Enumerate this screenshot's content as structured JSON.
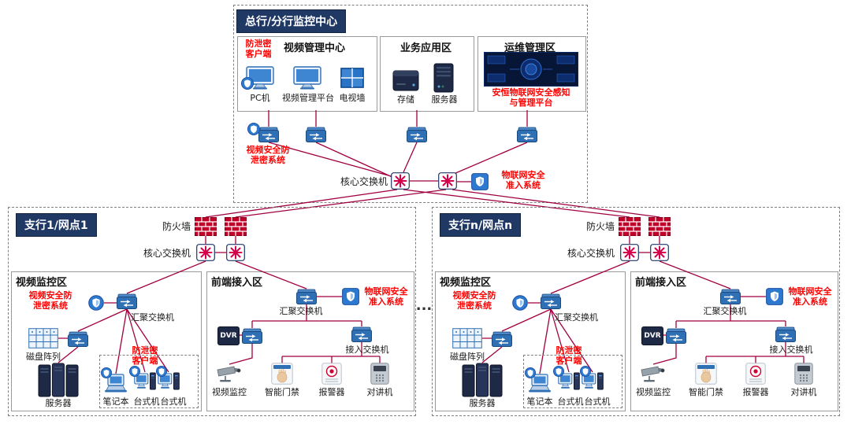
{
  "colors": {
    "accent_red": "#ff0000",
    "line_color": "#a00040",
    "navy": "#1f3864"
  },
  "ellipsis": "...",
  "hq": {
    "title": "总行/分行监控中心",
    "video_center": {
      "title": "视频管理中心",
      "client_label": "防泄密\n客户端",
      "items": [
        "PC机",
        "视频管理平台",
        "电视墙"
      ]
    },
    "business_zone": {
      "title": "业务应用区",
      "items": [
        "存储",
        "服务器"
      ]
    },
    "ops_zone": {
      "title": "运维管理区",
      "platform_label": "安恒物联网安全感知\n与管理平台"
    },
    "leak_system_label": "视频安全防\n泄密系统",
    "core_switch_label": "核心交换机",
    "iot_access_label": "物联网安全\n准入系统"
  },
  "branch1": {
    "title": "支行1/网点1",
    "firewall_label": "防火墙",
    "core_switch_label": "核心交换机",
    "video_zone": {
      "title": "视频监控区",
      "leak_system_label": "视频安全防\n泄密系统",
      "agg_switch_label": "汇聚交换机",
      "disk_array_label": "磁盘阵列",
      "server_label": "服务器",
      "client_label": "防泄密\n客户端",
      "terminals": [
        "笔记本",
        "台式机",
        "台式机"
      ]
    },
    "front_zone": {
      "title": "前端接入区",
      "agg_switch_label": "汇聚交换机",
      "iot_access_label": "物联网安全\n准入系统",
      "dvr_label": "DVR",
      "access_switch_label": "接入交换机",
      "devices": [
        "视频监控",
        "智能门禁",
        "报警器",
        "对讲机"
      ]
    }
  },
  "branchN": {
    "title": "支行n/网点n",
    "firewall_label": "防火墙",
    "core_switch_label": "核心交换机",
    "video_zone": {
      "title": "视频监控区",
      "leak_system_label": "视频安全防\n泄密系统",
      "agg_switch_label": "汇聚交换机",
      "disk_array_label": "磁盘阵列",
      "server_label": "服务器",
      "client_label": "防泄密\n客户端",
      "terminals": [
        "笔记本",
        "台式机",
        "台式机"
      ]
    },
    "front_zone": {
      "title": "前端接入区",
      "agg_switch_label": "汇聚交换机",
      "iot_access_label": "物联网安全\n准入系统",
      "dvr_label": "DVR",
      "access_switch_label": "接入交换机",
      "devices": [
        "视频监控",
        "智能门禁",
        "报警器",
        "对讲机"
      ]
    }
  }
}
